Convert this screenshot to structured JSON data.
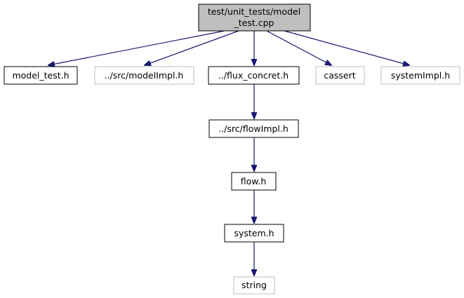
{
  "graph": {
    "nodes": {
      "root": {
        "lines": [
          "test/unit_tests/model",
          "_test.cpp"
        ],
        "style": "root"
      },
      "model_test_h": {
        "lines": [
          "model_test.h"
        ],
        "style": "documented"
      },
      "src_modelimpl_h": {
        "lines": [
          "../src/modelImpl.h"
        ],
        "style": "external"
      },
      "flux_concret_h": {
        "lines": [
          "../flux_concret.h"
        ],
        "style": "documented"
      },
      "cassert": {
        "lines": [
          "cassert"
        ],
        "style": "external"
      },
      "systemimpl_h": {
        "lines": [
          "systemImpl.h"
        ],
        "style": "external"
      },
      "src_flowimpl_h": {
        "lines": [
          "../src/flowImpl.h"
        ],
        "style": "documented"
      },
      "flow_h": {
        "lines": [
          "flow.h"
        ],
        "style": "documented"
      },
      "system_h": {
        "lines": [
          "system.h"
        ],
        "style": "documented"
      },
      "string": {
        "lines": [
          "string"
        ],
        "style": "external"
      }
    },
    "edges": [
      [
        "root",
        "model_test_h"
      ],
      [
        "root",
        "src_modelimpl_h"
      ],
      [
        "root",
        "flux_concret_h"
      ],
      [
        "root",
        "cassert"
      ],
      [
        "root",
        "systemimpl_h"
      ],
      [
        "flux_concret_h",
        "src_flowimpl_h"
      ],
      [
        "src_flowimpl_h",
        "flow_h"
      ],
      [
        "flow_h",
        "system_h"
      ],
      [
        "system_h",
        "string"
      ]
    ],
    "colors": {
      "root_fill": "#bfbfbf",
      "documented_border": "#000000",
      "external_border": "#bfbfbf",
      "edge": "#191970"
    }
  }
}
